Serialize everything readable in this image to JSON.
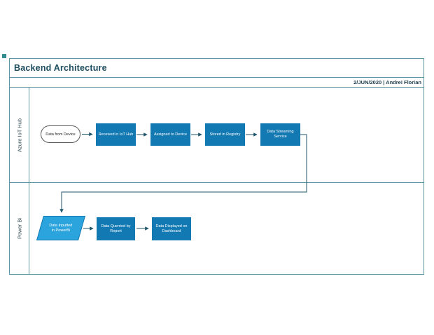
{
  "header": {
    "title": "Backend Architecture",
    "date_author": "2/JUN/2020 | Andrei Florian"
  },
  "lanes": [
    {
      "label": "Azure IoT Hub",
      "nodes": [
        {
          "id": "start",
          "type": "terminator",
          "label": "Data from Device"
        },
        {
          "id": "received",
          "type": "process",
          "label": "Received in IoT Hub"
        },
        {
          "id": "assigned",
          "type": "process",
          "label": "Assigned to Device"
        },
        {
          "id": "stored",
          "type": "process",
          "label": "Stored in Registry"
        },
        {
          "id": "streaming",
          "type": "process",
          "label": "Data Streaming Service"
        }
      ]
    },
    {
      "label": "Power Bi",
      "nodes": [
        {
          "id": "inputted",
          "type": "data",
          "label": "Data Inputted in PowerBi"
        },
        {
          "id": "queried",
          "type": "process",
          "label": "Data Querried by Report"
        },
        {
          "id": "displayed",
          "type": "process",
          "label": "Data Displayed on Dashboard"
        }
      ]
    }
  ],
  "edges": [
    {
      "from": "start",
      "to": "received"
    },
    {
      "from": "received",
      "to": "assigned"
    },
    {
      "from": "assigned",
      "to": "stored"
    },
    {
      "from": "stored",
      "to": "streaming"
    },
    {
      "from": "streaming",
      "to": "inputted"
    },
    {
      "from": "inputted",
      "to": "queried"
    },
    {
      "from": "queried",
      "to": "displayed"
    }
  ],
  "colors": {
    "frame_border": "#5f96a6",
    "process_fill": "#1279b2",
    "data_fill": "#2ba4de",
    "connector": "#20566b",
    "title_text": "#1e4d5f",
    "corner_square": "#2f8d92"
  }
}
